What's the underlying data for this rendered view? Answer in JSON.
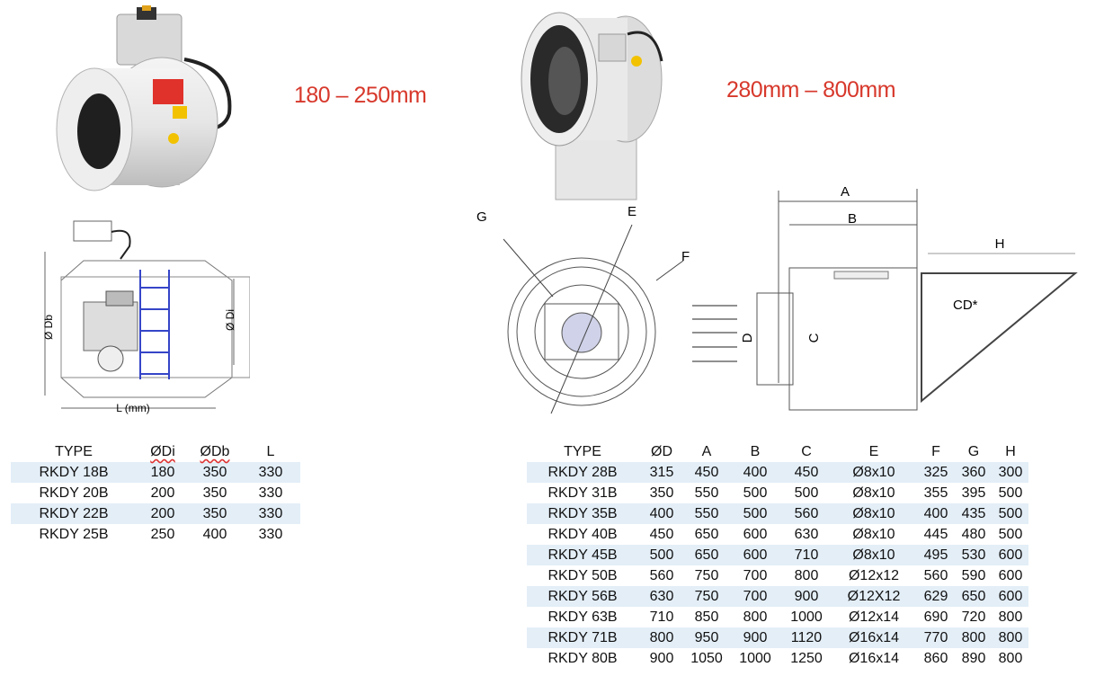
{
  "labels": {
    "range_small": "180 – 250mm",
    "range_large": "280mm – 800mm"
  },
  "diagram_small": {
    "db": "Ø Db",
    "di": "Ø Di",
    "length": "L (mm)"
  },
  "diagram_large": {
    "g": "G",
    "e": "E",
    "f": "F",
    "a": "A",
    "b": "B",
    "h": "H",
    "c": "C",
    "d": "D",
    "cd": "CD*"
  },
  "table_small": {
    "headers": [
      "TYPE",
      "ØDi",
      "ØDb",
      "L"
    ],
    "rows": [
      [
        "RKDY 18B",
        "180",
        "350",
        "330"
      ],
      [
        "RKDY 20B",
        "200",
        "350",
        "330"
      ],
      [
        "RKDY 22B",
        "200",
        "350",
        "330"
      ],
      [
        "RKDY 25B",
        "250",
        "400",
        "330"
      ]
    ]
  },
  "table_large": {
    "headers": [
      "TYPE",
      "ØD",
      "A",
      "B",
      "C",
      "E",
      "F",
      "G",
      "H"
    ],
    "rows": [
      [
        "RKDY 28B",
        "315",
        "450",
        "400",
        "450",
        "Ø8x10",
        "325",
        "360",
        "300"
      ],
      [
        "RKDY 31B",
        "350",
        "550",
        "500",
        "500",
        "Ø8x10",
        "355",
        "395",
        "500"
      ],
      [
        "RKDY 35B",
        "400",
        "550",
        "500",
        "560",
        "Ø8x10",
        "400",
        "435",
        "500"
      ],
      [
        "RKDY 40B",
        "450",
        "650",
        "600",
        "630",
        "Ø8x10",
        "445",
        "480",
        "500"
      ],
      [
        "RKDY 45B",
        "500",
        "650",
        "600",
        "710",
        "Ø8x10",
        "495",
        "530",
        "600"
      ],
      [
        "RKDY 50B",
        "560",
        "750",
        "700",
        "800",
        "Ø12x12",
        "560",
        "590",
        "600"
      ],
      [
        "RKDY 56B",
        "630",
        "750",
        "700",
        "900",
        "Ø12X12",
        "629",
        "650",
        "600"
      ],
      [
        "RKDY 63B",
        "710",
        "850",
        "800",
        "1000",
        "Ø12x14",
        "690",
        "720",
        "800"
      ],
      [
        "RKDY 71B",
        "800",
        "950",
        "900",
        "1120",
        "Ø16x14",
        "770",
        "800",
        "800"
      ],
      [
        "RKDY 80B",
        "900",
        "1050",
        "1000",
        "1250",
        "Ø16x14",
        "860",
        "890",
        "800"
      ]
    ]
  }
}
